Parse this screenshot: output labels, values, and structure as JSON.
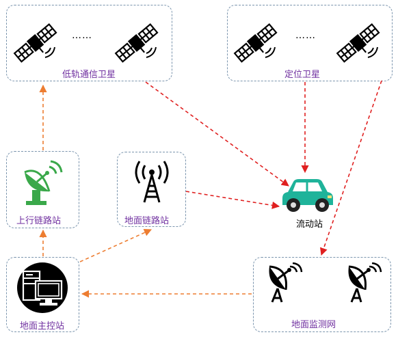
{
  "nodes": {
    "leo_sat": {
      "label": "低轨通信卫星",
      "dots": "……"
    },
    "nav_sat": {
      "label": "定位卫星",
      "dots": "……"
    },
    "uplink": {
      "label": "上行链路站"
    },
    "ground_link": {
      "label": "地面链路站"
    },
    "rover": {
      "label": "流动站"
    },
    "master": {
      "label": "地面主控站"
    },
    "monitor": {
      "label": "地面监测网"
    }
  },
  "colors": {
    "red_link": "#e02020",
    "orange_link": "#ed7d31",
    "box_border": "#7a94ad",
    "label_purple": "#7030a0",
    "car": "#1fb39a",
    "dish_green": "#3aa84a"
  }
}
